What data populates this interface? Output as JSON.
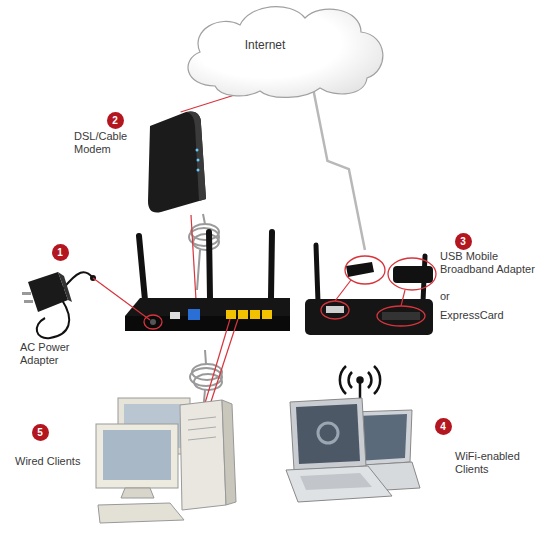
{
  "diagram": {
    "nodes": [
      {
        "text": [
          "Internet"
        ]
      },
      {
        "text": [
          "DSL/Cable Modem"
        ]
      },
      {
        "text": [
          "AC Power Adapter"
        ]
      },
      {
        "text": [
          "USB Mobile Broadband Adapter",
          "or",
          "ExpressCard"
        ]
      },
      {
        "text": [
          "Wired Clients"
        ]
      },
      {
        "text": [
          "WiFi-enabled Clients"
        ]
      }
    ],
    "edges": [
      {
        "from": 0,
        "to": 1,
        "arrow": "none"
      },
      {
        "from": 0,
        "to": 3,
        "arrow": "none"
      }
    ],
    "labels": [
      "1",
      "2",
      "3",
      "4",
      "5"
    ]
  }
}
